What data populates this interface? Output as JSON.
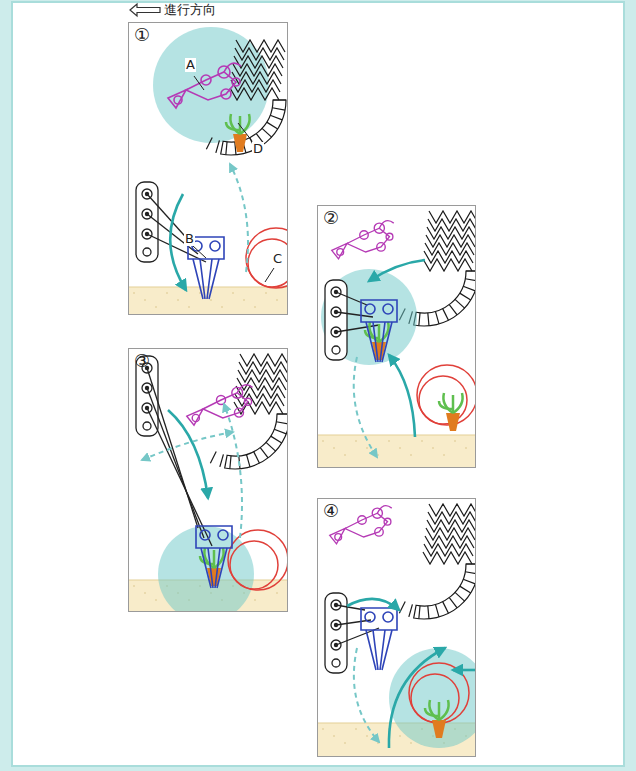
{
  "diagram": {
    "nodes": [
      {
        "text": [
          "①"
        ]
      },
      {
        "text": [
          "②"
        ]
      },
      {
        "text": [
          "③"
        ]
      },
      {
        "text": [
          "④"
        ]
      }
    ],
    "labels": [
      "進行方向",
      "A",
      "B",
      "C",
      "D"
    ]
  }
}
